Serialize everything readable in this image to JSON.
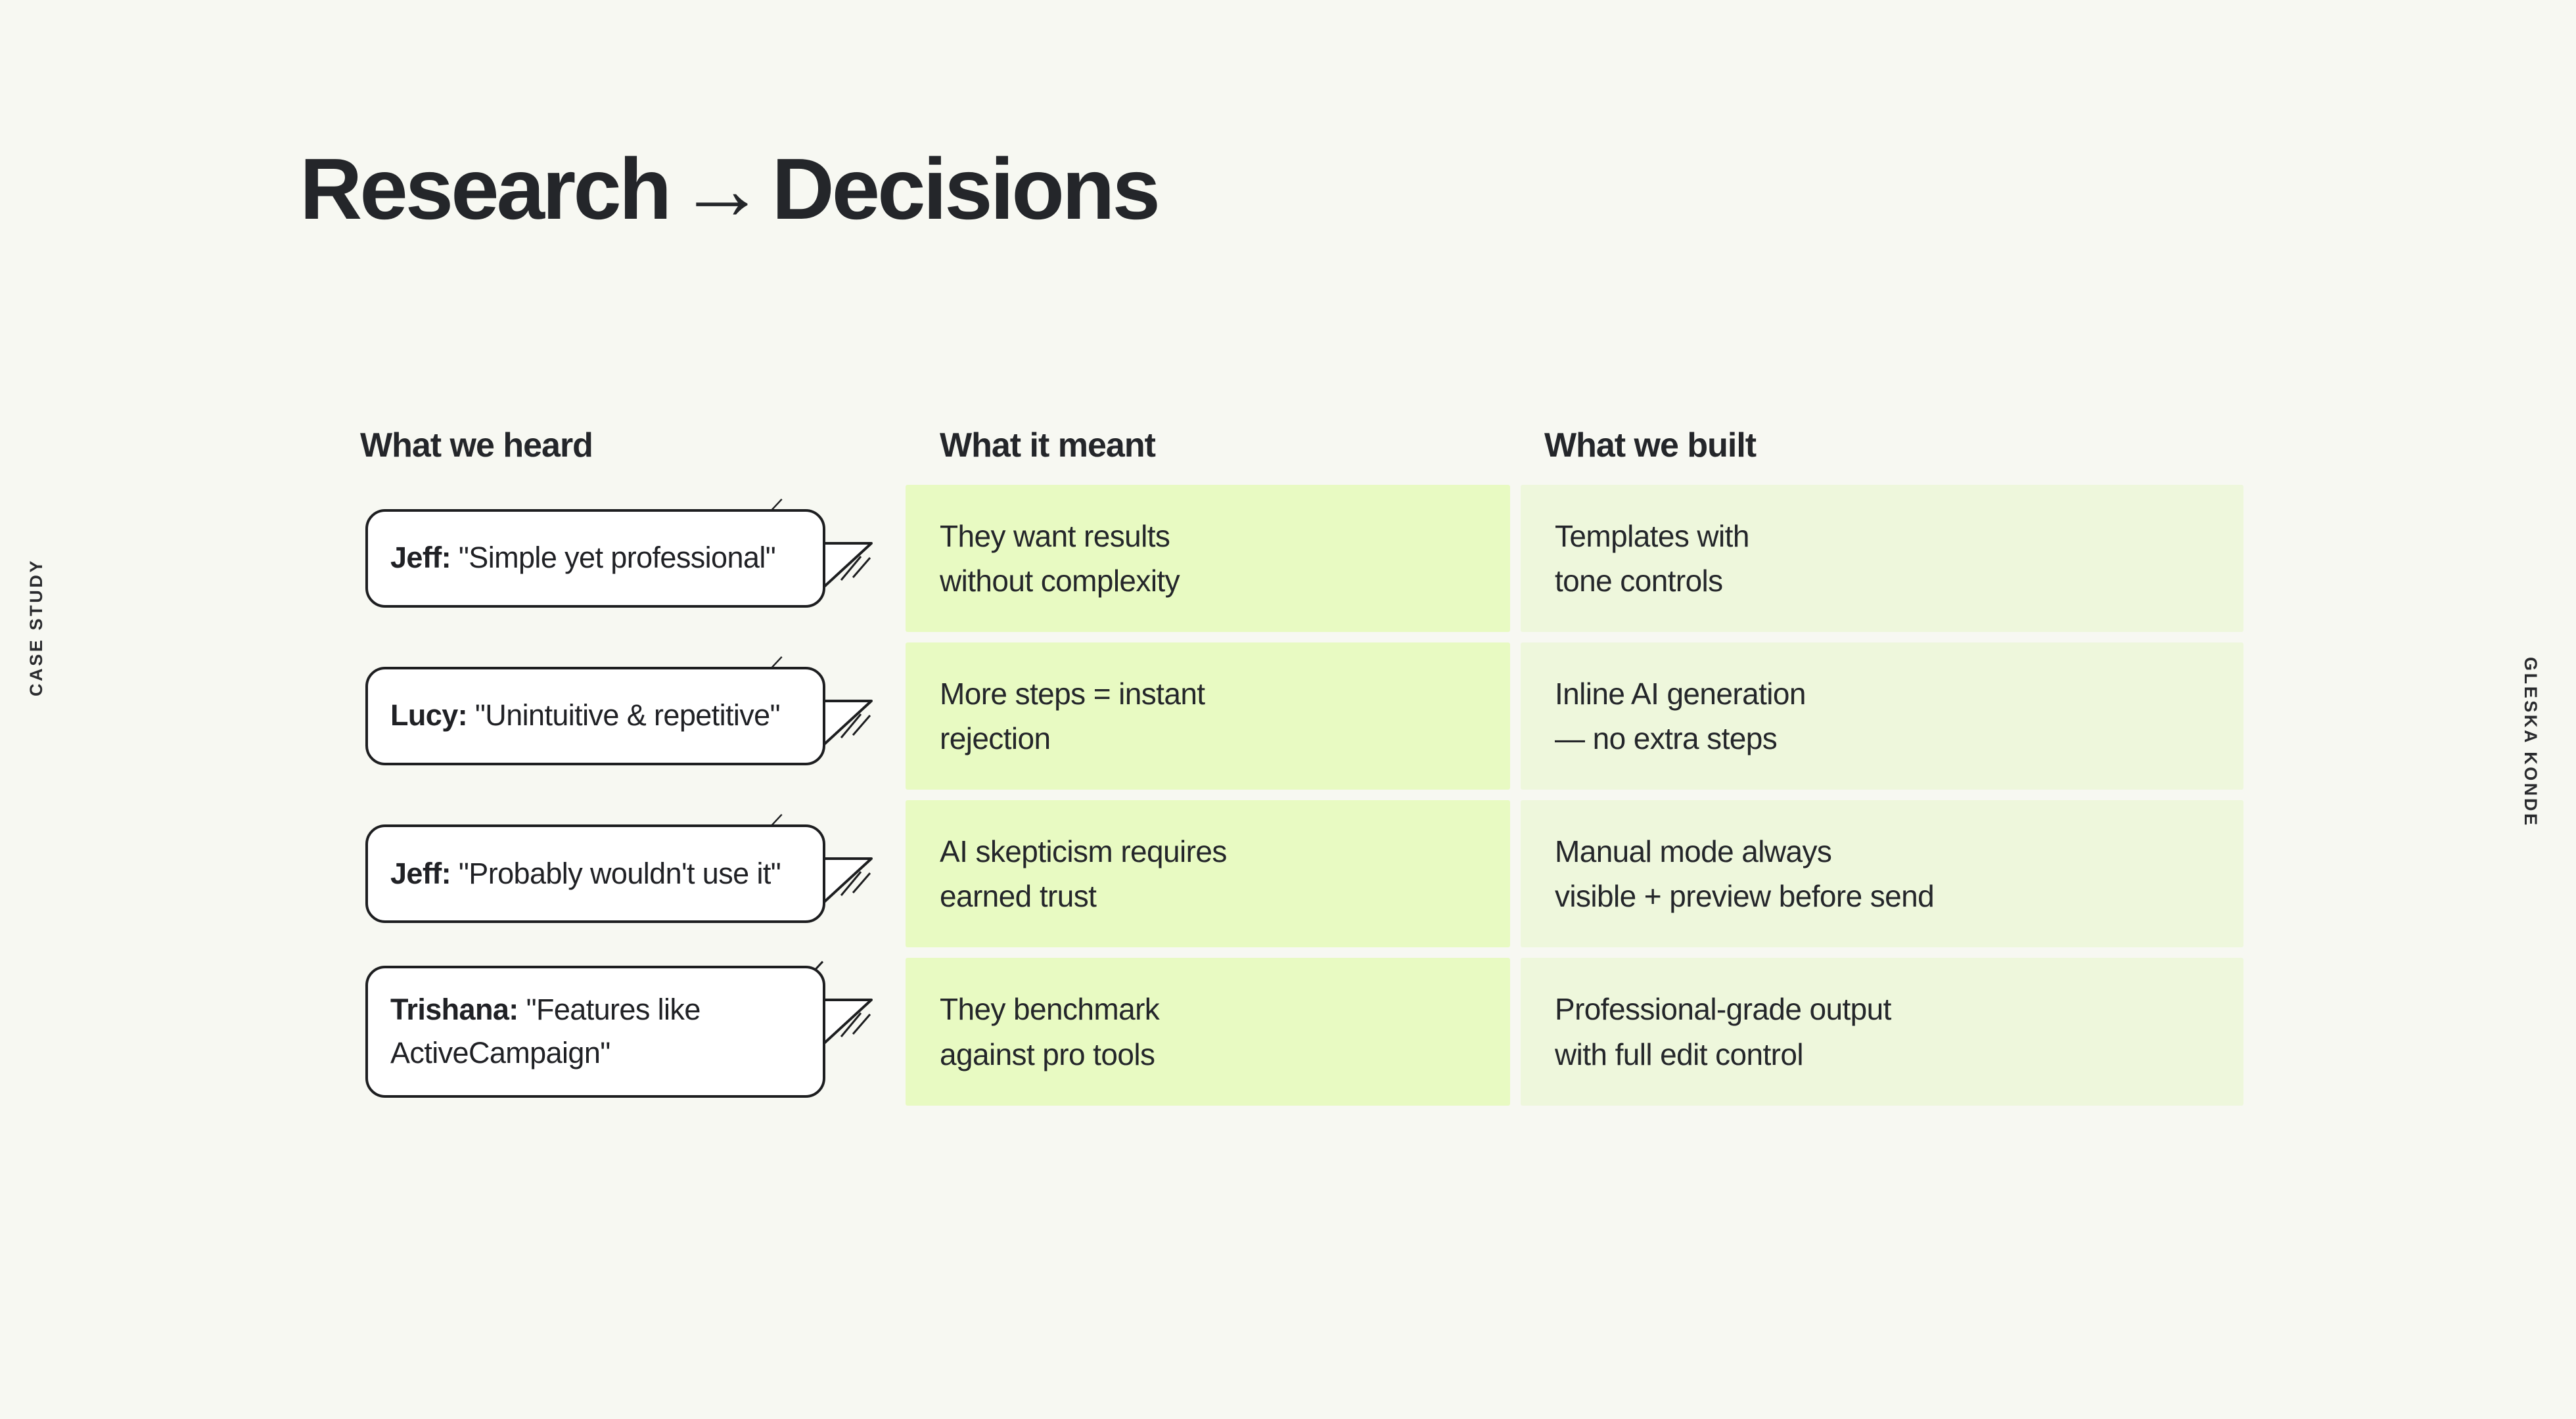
{
  "side_labels": {
    "left": "CASE STUDY",
    "right": "GLESKA KONDE"
  },
  "title": {
    "left": "Research",
    "arrow": "→",
    "right": "Decisions"
  },
  "columns": {
    "heard": "What we heard",
    "meant": "What it meant",
    "built": "What we built"
  },
  "colors": {
    "background": "#f7f8f2",
    "ink": "#24262a",
    "bubble_fill": "#ffffff",
    "bubble_stroke": "#1d1e20",
    "cell_meant": "#e8fac2",
    "cell_built": "#eef7dc"
  },
  "rows": [
    {
      "speaker": "Jeff:",
      "quote": "\"Simple yet professional\"",
      "meant_line1": "They want results",
      "meant_line2": "without complexity",
      "built_line1": "Templates with",
      "built_line2": "tone controls"
    },
    {
      "speaker": "Lucy:",
      "quote": "\"Unintuitive & repetitive\"",
      "meant_line1": "More steps = instant",
      "meant_line2": "rejection",
      "built_line1": "Inline AI generation",
      "built_line2": "— no extra steps"
    },
    {
      "speaker": "Jeff:",
      "quote": "\"Probably wouldn't use it\"",
      "meant_line1": "AI skepticism requires",
      "meant_line2": "earned trust",
      "built_line1": "Manual mode always",
      "built_line2": "visible + preview before send"
    },
    {
      "speaker": "Trishana:",
      "quote": "\"Features like ActiveCampaign\"",
      "meant_line1": "They benchmark",
      "meant_line2": "against pro tools",
      "built_line1": "Professional-grade output",
      "built_line2": "with full edit control"
    }
  ]
}
